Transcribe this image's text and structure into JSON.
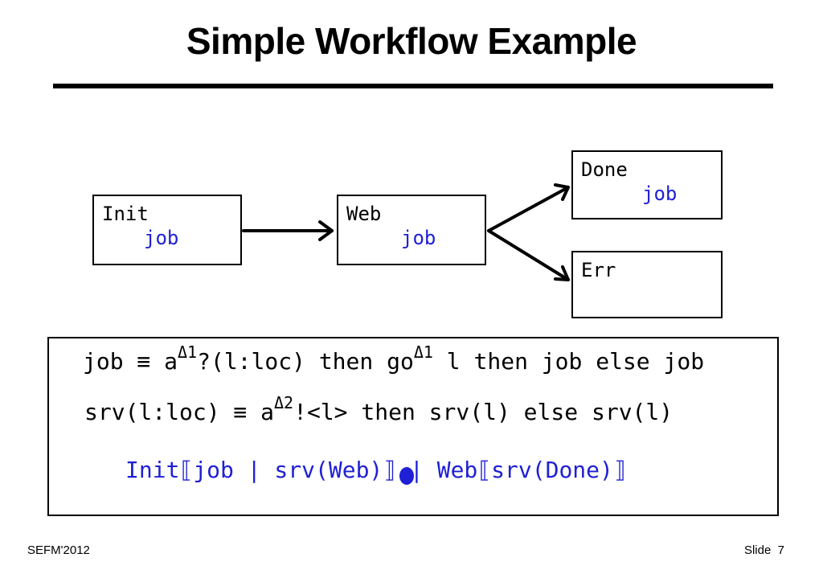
{
  "slide": {
    "title": "Simple Workflow Example",
    "footer_left": "SEFM'2012",
    "slide_label": "Slide",
    "slide_number": "7"
  },
  "diagram": {
    "nodes": {
      "init": {
        "name": "Init",
        "process": "job"
      },
      "web": {
        "name": "Web",
        "process": "job"
      },
      "done": {
        "name": "Done",
        "process": "job"
      },
      "err": {
        "name": "Err",
        "process": ""
      }
    }
  },
  "formulas": {
    "line1": {
      "part1": "job ≡ a",
      "sup1": "Δ1",
      "part2": "?(l:loc) then go",
      "sup2": "Δ1",
      "part3": " l then job else job"
    },
    "line2": {
      "part1": "srv(l:loc) ≡ a",
      "sup1": "Δ2",
      "part2": "!<l> then srv(l) else srv(l)"
    },
    "line3": "Init⟦job | srv(Web)⟧ | Web⟦srv(Done)⟧"
  },
  "colors": {
    "accent_blue": "#1f1fd6",
    "text": "#000000"
  }
}
